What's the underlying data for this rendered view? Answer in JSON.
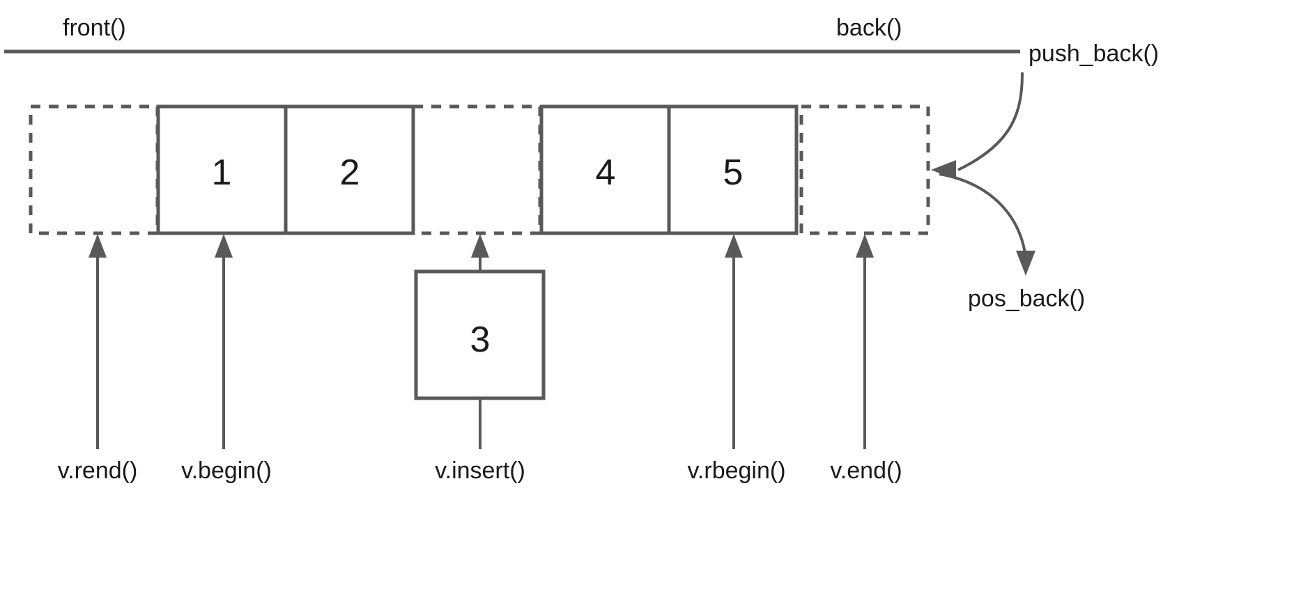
{
  "diagram": {
    "title_top_left": "front()",
    "title_top_right": "back()",
    "ruler_label_right": "push_back()",
    "pop_label": "pos_back()",
    "cells": [
      {
        "id": "cell-1",
        "value": "1",
        "style": "solid"
      },
      {
        "id": "cell-2",
        "value": "2",
        "style": "solid"
      },
      {
        "id": "cell-4",
        "value": "4",
        "style": "solid"
      },
      {
        "id": "cell-5",
        "value": "5",
        "style": "solid"
      }
    ],
    "slots": [
      {
        "id": "slot-left-empty",
        "style": "dashed",
        "value": ""
      },
      {
        "id": "slot-middle-empty",
        "style": "dashed",
        "value": ""
      },
      {
        "id": "slot-right-empty",
        "style": "dashed",
        "value": ""
      }
    ],
    "insert_box": {
      "id": "insert-box",
      "value": "3"
    },
    "bottom_labels": [
      {
        "id": "label-rend",
        "text": "v.rend()"
      },
      {
        "id": "label-begin",
        "text": "v.begin()"
      },
      {
        "id": "label-insert",
        "text": "v.insert()"
      },
      {
        "id": "label-rbegin",
        "text": "v.rbegin()"
      },
      {
        "id": "label-end",
        "text": "v.end()"
      }
    ],
    "colors": {
      "stroke": "#595959",
      "text": "#1a1a1a",
      "background": "#ffffff"
    }
  }
}
